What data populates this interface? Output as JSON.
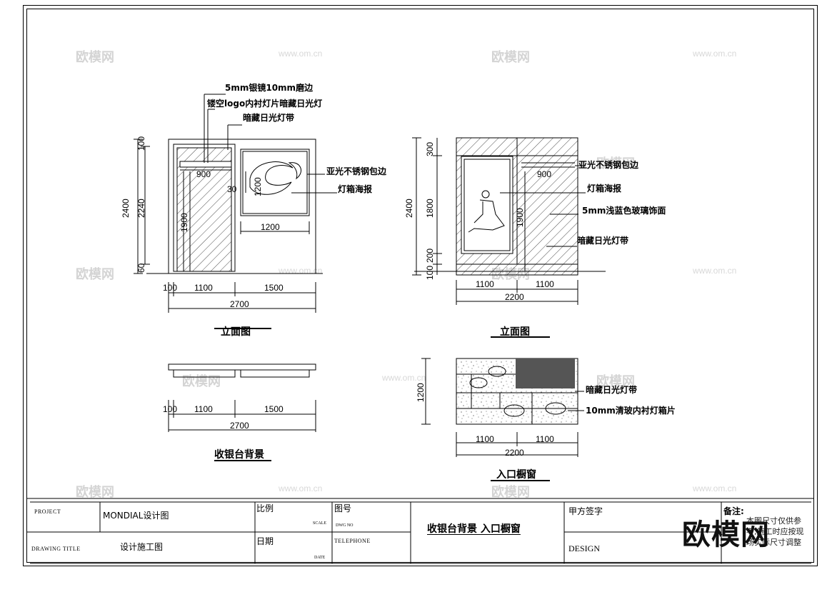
{
  "watermark": {
    "brand": "欧模网",
    "url": "www.om.cn"
  },
  "elevation_left": {
    "callouts": [
      "5mm银镜10mm磨边",
      "镂空logo内衬灯片暗藏日光灯",
      "暗藏日光灯带",
      "亚光不锈钢包边",
      "灯箱海报"
    ],
    "dims": {
      "w900": "900",
      "h1200": "1200",
      "w1200": "1200",
      "v1900": "1900",
      "v30": "30",
      "v100": "100",
      "v2240": "2240",
      "v2400": "2400",
      "v60": "60",
      "b100": "100",
      "b1100": "1100",
      "b1500": "1500",
      "b2700": "2700"
    },
    "title": "立面图"
  },
  "elevation_right": {
    "callouts": [
      "亚光不锈钢包边",
      "灯箱海报",
      "5mm浅蓝色玻璃饰面",
      "暗藏日光灯带"
    ],
    "dims": {
      "w900": "900",
      "v1900": "1900",
      "v300": "300",
      "v1800": "1800",
      "v2400": "2400",
      "v200": "200",
      "v100": "100",
      "b1100a": "1100",
      "b1100b": "1100",
      "b2200": "2200"
    },
    "title": "立面图"
  },
  "plan_left": {
    "dims": {
      "b100": "100",
      "b1100": "1100",
      "b1500": "1500",
      "b2700": "2700"
    },
    "title": "收银台背景"
  },
  "plan_right": {
    "callouts": [
      "暗藏日光灯带",
      "10mm清玻内衬灯箱片"
    ],
    "dims": {
      "v1200": "1200",
      "b1100a": "1100",
      "b1100b": "1100",
      "b2200": "2200"
    },
    "title": "入口橱窗"
  },
  "title_block": {
    "project_label": "PROJECT",
    "project_value": "MONDIAL设计图",
    "scale_label": "比例",
    "scale_en": "SCALE",
    "dwg_label": "图号",
    "dwg_en": "DWG NO",
    "drawing_title_label": "DRAWING TITLE",
    "drawing_title_value": "设计施工图",
    "date_label": "日期",
    "date_en": "DATE",
    "telephone_label": "TELEPHONE",
    "sheet_title": "收银台背景  入口橱窗",
    "client_sign_label": "甲方签字",
    "design_label": "DESIGN",
    "remarks_label": "备注:",
    "remarks_text": "本图尺寸仅供参考,施工时应按现场实际尺寸调整"
  },
  "logo": "欧模网"
}
